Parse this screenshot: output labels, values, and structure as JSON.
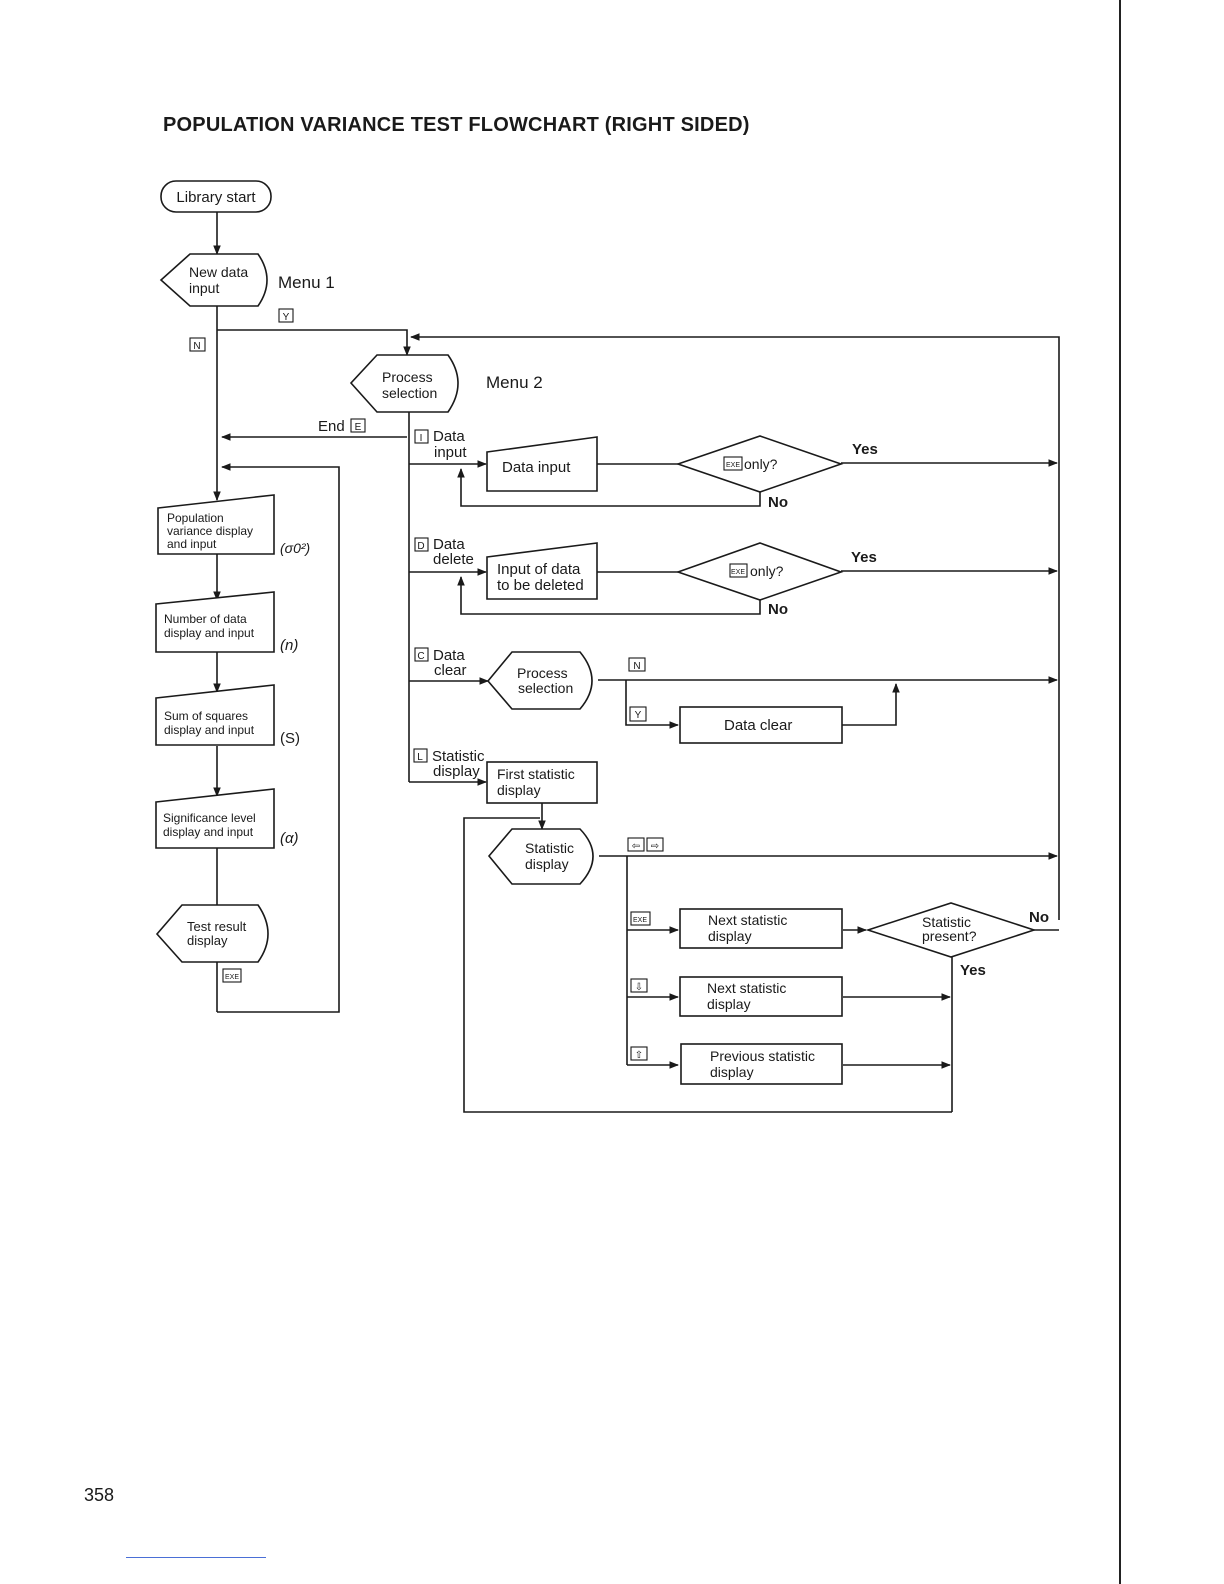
{
  "page": {
    "title": "POPULATION VARIANCE TEST FLOWCHART (RIGHT SIDED)",
    "page_number": "358"
  },
  "nodes": {
    "library_start": "Library start",
    "new_data_input": [
      "New data",
      "input"
    ],
    "menu1": "Menu 1",
    "process_selection": [
      "Process",
      "selection"
    ],
    "menu2": "Menu 2",
    "end_label": "End",
    "pop_variance": [
      "Population",
      "variance display",
      "and input"
    ],
    "pop_variance_sym": "(σ0²)",
    "number_of_data": [
      "Number of data",
      "display and input"
    ],
    "number_of_data_sym": "(n)",
    "sum_of_squares": [
      "Sum of squares",
      "display and input"
    ],
    "sum_of_squares_sym": "(S)",
    "significance": [
      "Significance level",
      "display and input"
    ],
    "significance_sym": "(α)",
    "test_result": [
      "Test result",
      "display"
    ],
    "branch_data_input": [
      "Data",
      "input"
    ],
    "data_input_box": "Data input",
    "exe_only_q": "only?",
    "yes": "Yes",
    "no": "No",
    "branch_data_delete": [
      "Data",
      "delete"
    ],
    "input_to_delete": [
      "Input of data",
      "to be deleted"
    ],
    "branch_data_clear": [
      "Data",
      "clear"
    ],
    "process_selection_2": [
      "Process",
      "selection"
    ],
    "data_clear_box": "Data clear",
    "branch_statistic": [
      "Statistic",
      "display"
    ],
    "first_statistic": [
      "First statistic",
      "display"
    ],
    "statistic_display": [
      "Statistic",
      "display"
    ],
    "next_statistic_1": [
      "Next statistic",
      "display"
    ],
    "statistic_present": [
      "Statistic",
      "present?"
    ],
    "next_statistic_2": [
      "Next statistic",
      "display"
    ],
    "previous_statistic": [
      "Previous statistic",
      "display"
    ]
  },
  "keys": {
    "y": "Y",
    "n": "N",
    "e": "E",
    "i": "I",
    "d": "D",
    "c": "C",
    "l": "L",
    "exe": "EXE",
    "left": "⇦",
    "right": "⇨",
    "down": "⇩",
    "up": "⇧"
  }
}
